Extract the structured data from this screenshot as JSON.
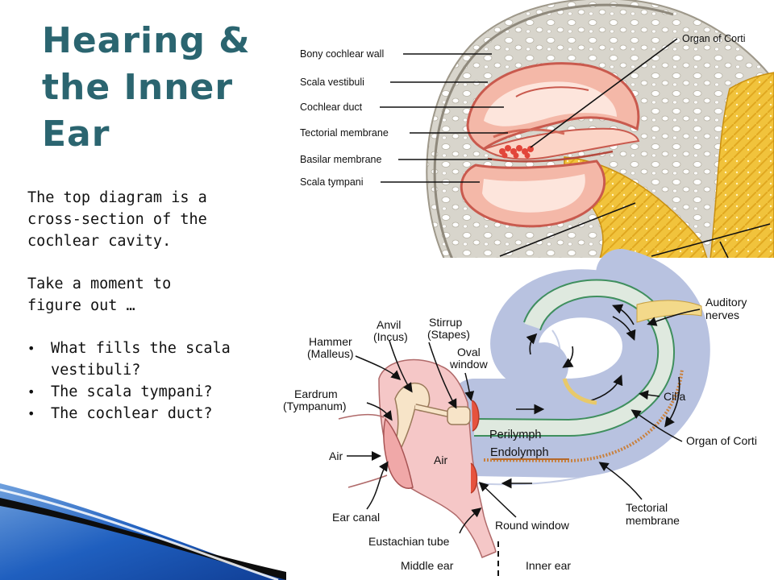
{
  "slide": {
    "title_lines": [
      "Hearing &",
      "the Inner",
      "Ear"
    ],
    "intro": [
      "The top diagram is a",
      "cross-section of the",
      "cochlear cavity."
    ],
    "prompt": [
      "Take a moment to",
      "figure out …"
    ],
    "bullets": [
      [
        "What fills the scala",
        "vestibuli?"
      ],
      [
        "The scala tympani?"
      ],
      [
        "The cochlear duct?"
      ]
    ]
  },
  "top_diagram": {
    "labels": {
      "bony_wall": "Bony cochlear wall",
      "scala_vestibuli": "Scala vestibuli",
      "cochlear_duct": "Cochlear duct",
      "tectorial": "Tectorial membrane",
      "basilar": "Basilar membrane",
      "scala_tympani": "Scala tympani",
      "organ_corti": "Organ of Corti"
    }
  },
  "bottom_diagram": {
    "labels": {
      "auditory_line1": "Auditory",
      "auditory_line2": "nerves",
      "stirrup_line1": "Stirrup",
      "stirrup_line2": "(Stapes)",
      "anvil_line1": "Anvil",
      "anvil_line2": "(Incus)",
      "hammer_line1": "Hammer",
      "hammer_line2": "(Malleus)",
      "oval_line1": "Oval",
      "oval_line2": "window",
      "eardrum_line1": "Eardrum",
      "eardrum_line2": "(Tympanum)",
      "perilymph": "Perilymph",
      "endolymph": "Endolymph",
      "air_outer": "Air",
      "air_middle": "Air",
      "cilia": "Cilia",
      "organ_corti": "Organ of Corti",
      "tectorial_line1": "Tectorial",
      "tectorial_line2": "membrane",
      "ear_canal": "Ear canal",
      "round_window": "Round window",
      "eustachian": "Eustachian tube",
      "middle_ear": "Middle ear",
      "inner_ear": "Inner ear"
    }
  }
}
